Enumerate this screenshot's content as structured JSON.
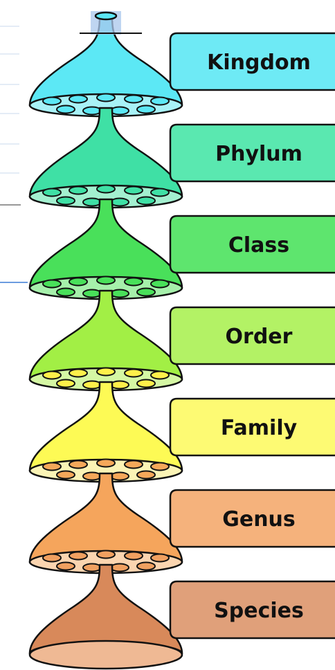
{
  "diagram": {
    "ranks": [
      {
        "label": "Kingdom",
        "fill": "#5ce8f5",
        "hole_fill": "#a8f2f7",
        "tag_fill": "#6eeaf5",
        "hole_color": "#5ce8f5"
      },
      {
        "label": "Phylum",
        "fill": "#3fe0a5",
        "hole_fill": "#a3f0d0",
        "tag_fill": "#5ae8b0",
        "hole_color": "#3fe0a5"
      },
      {
        "label": "Class",
        "fill": "#49e05a",
        "hole_fill": "#a6f0ab",
        "tag_fill": "#5ee56e",
        "hole_color": "#49e05a"
      },
      {
        "label": "Order",
        "fill": "#a2ef45",
        "hole_fill": "#d5f7a4",
        "tag_fill": "#b3f265",
        "hole_color": "#fff04a"
      },
      {
        "label": "Family",
        "fill": "#fdfa55",
        "hole_fill": "#fbf4b6",
        "tag_fill": "#fdfa73",
        "hole_color": "#f5a85a"
      },
      {
        "label": "Genus",
        "fill": "#f5a55c",
        "hole_fill": "#fbd5b0",
        "tag_fill": "#f5b27c",
        "hole_color": "#f0a060"
      },
      {
        "label": "Species",
        "fill": "#d8895a",
        "hole_fill": "#efb994",
        "tag_fill": "#e0a07a",
        "hole_color": null
      }
    ],
    "stroke_color": "#111111",
    "top_nozzle_color": "#a9c7ec",
    "background_lines_color": "#c9d9ec",
    "accent_line_color": "#3a7bd5"
  }
}
